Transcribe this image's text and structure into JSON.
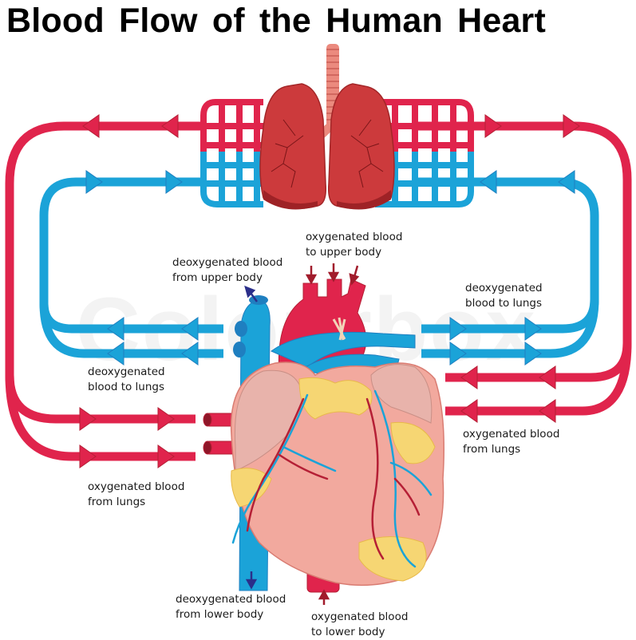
{
  "title": "Blood Flow of the Human Heart",
  "watermark": "Colourbox",
  "colors": {
    "oxygenated": "#e0244c",
    "deoxygenated": "#1ba3d8",
    "lung": "#c9393b",
    "heart_muscle": "#f2a99e",
    "fat": "#f6d673",
    "vein_dark": "#1f7fc0",
    "artery_dark": "#b51f35"
  },
  "labels": {
    "oxy_upper": [
      "oxygenated blood",
      "to upper body"
    ],
    "deoxy_upper": [
      "deoxygenated blood",
      "from upper body"
    ],
    "deoxy_lungs_right": [
      "deoxygenated",
      "blood to lungs"
    ],
    "deoxy_lungs_left": [
      "deoxygenated",
      "blood to lungs"
    ],
    "oxy_lungs_right": [
      "oxygenated blood",
      "from lungs"
    ],
    "oxy_lungs_left": [
      "oxygenated blood",
      "from lungs"
    ],
    "deoxy_lower": [
      "deoxygenated blood",
      "from lower body"
    ],
    "oxy_lower": [
      "oxygenated blood",
      "to lower body"
    ]
  },
  "parts": {
    "lungs": "lungs",
    "trachea": "trachea",
    "heart": "heart",
    "capillary_left": "capillary-bed-left",
    "capillary_right": "capillary-bed-right"
  }
}
